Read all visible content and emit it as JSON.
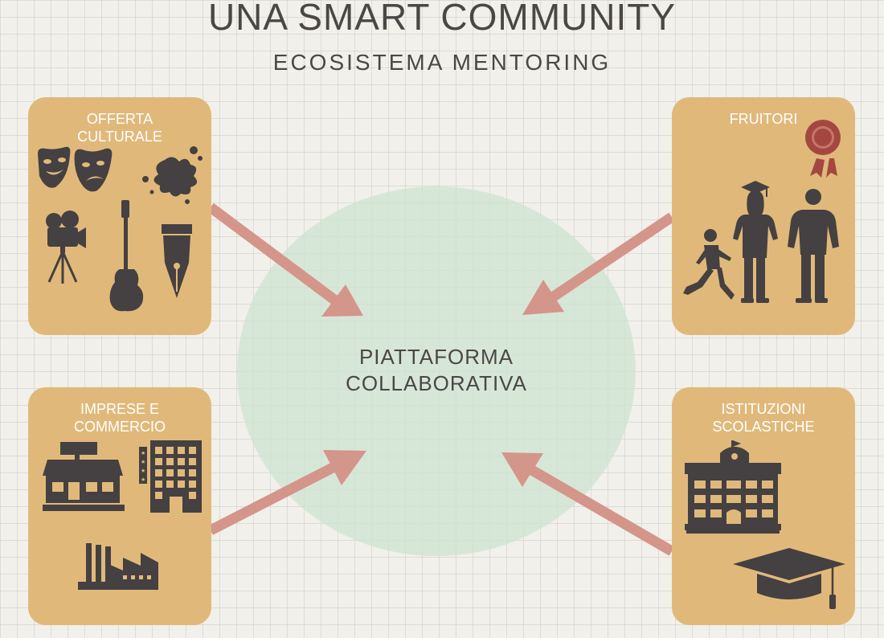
{
  "header": {
    "title": "UNA SMART COMMUNITY",
    "subtitle": "ECOSISTEMA MENTORING"
  },
  "center": {
    "line1": "PIATTAFORMA",
    "line2": "COLLABORATIVA"
  },
  "cards": {
    "offerta": {
      "line1": "OFFERTA",
      "line2": "CULTURALE"
    },
    "fruitori": {
      "line1": "FRUITORI"
    },
    "imprese": {
      "line1": "IMPRESE E",
      "line2": "COMMERCIO"
    },
    "istituzioni": {
      "line1": "ISTITUZIONI",
      "line2": "SCOLASTICHE"
    }
  },
  "icons": {
    "offerta": [
      "theater-masks-icon",
      "ink-splat-icon",
      "film-camera-icon",
      "electric-guitar-icon",
      "fountain-pen-icon"
    ],
    "fruitori": [
      "award-rosette-icon",
      "running-child-icon",
      "graduate-woman-icon",
      "man-icon"
    ],
    "imprese": [
      "shop-icon",
      "hotel-icon",
      "factory-icon"
    ],
    "istituzioni": [
      "school-building-icon",
      "graduation-cap-icon"
    ]
  },
  "colors": {
    "background": "#f1f0eb",
    "card": "#e0b97a",
    "circle": "#cde4d0",
    "arrow": "#d4958b",
    "icon": "#454041",
    "text": "#4a4746"
  }
}
